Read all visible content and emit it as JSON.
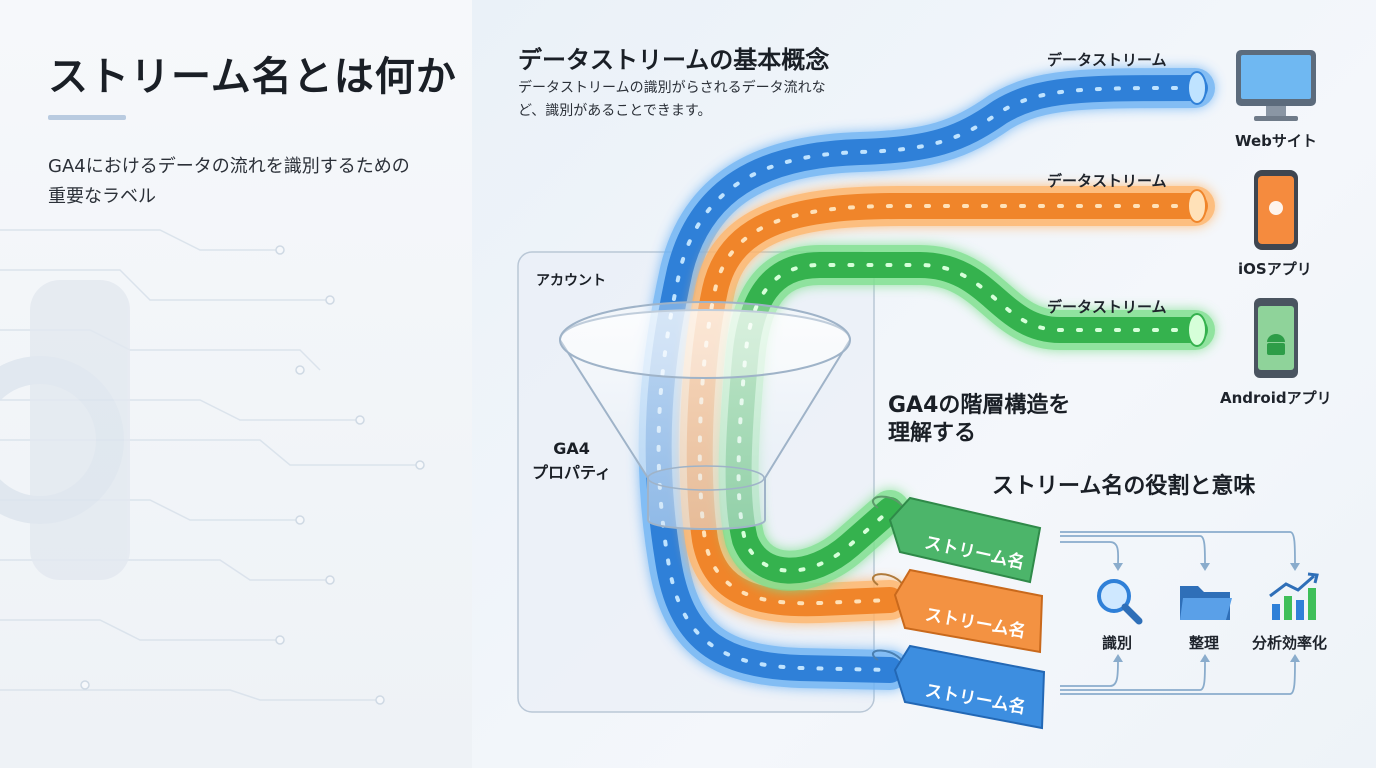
{
  "header": {
    "title": "ストリーム名とは何か",
    "subtitle_line1": "GA4におけるデータの流れを識別するための",
    "subtitle_line2": "重要なラベル"
  },
  "concept": {
    "title": "データストリームの基本概念",
    "desc_line1": "データストリームの識別がらされるデータ流れな",
    "desc_line2": "ど、識別があることできます。"
  },
  "streams": [
    {
      "label": "データストリーム",
      "device": "Webサイト",
      "color": "#3b8fe0"
    },
    {
      "label": "データストリーム",
      "device": "iOSアプリ",
      "color": "#f08a2c"
    },
    {
      "label": "データストリーム",
      "device": "Androidアプリ",
      "color": "#3fbf5a"
    }
  ],
  "account": {
    "label": "アカウント"
  },
  "property": {
    "line1": "GA4",
    "line2": "プロパティ"
  },
  "hierarchy": {
    "line1": "GA4の階層構造を",
    "line2": "理解する"
  },
  "roles": {
    "title": "ストリーム名の役割と意味",
    "tags": [
      "ストリーム名",
      "ストリーム名",
      "ストリーム名"
    ],
    "functions": [
      {
        "label": "識別",
        "icon": "magnifier-icon"
      },
      {
        "label": "整理",
        "icon": "folder-icon"
      },
      {
        "label": "分析効率化",
        "icon": "bar-chart-icon"
      }
    ]
  },
  "colors": {
    "blue": "#3b8fe0",
    "orange": "#f08a2c",
    "green": "#3fbf5a"
  }
}
